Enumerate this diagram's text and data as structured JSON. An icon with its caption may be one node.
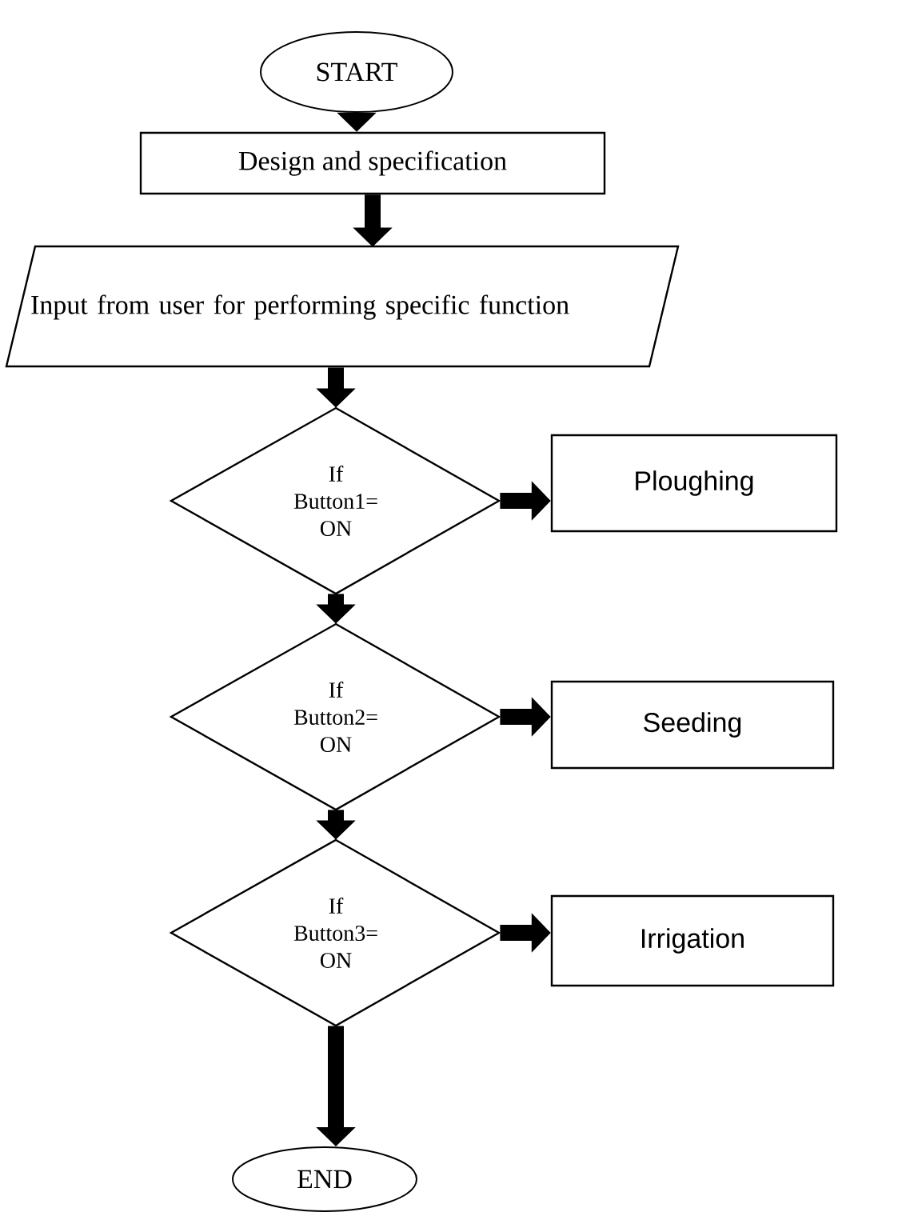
{
  "diagram": {
    "nodes": [
      {
        "text": [
          "START"
        ]
      },
      {
        "text": [
          "Design and specification"
        ]
      },
      {
        "text": [
          "Input from user for performing specific function"
        ]
      },
      {
        "text": [
          "If Button1= ON"
        ]
      },
      {
        "text": [
          "Ploughing"
        ]
      },
      {
        "text": [
          "If Button2= ON"
        ]
      },
      {
        "text": [
          "Seeding"
        ]
      },
      {
        "text": [
          "If Button3= ON"
        ]
      },
      {
        "text": [
          "Irrigation"
        ]
      },
      {
        "text": [
          "END"
        ]
      }
    ],
    "edges": [
      {
        "from": 0,
        "to": 1,
        "arrow": "to"
      },
      {
        "from": 1,
        "to": 2,
        "arrow": "to"
      },
      {
        "from": 2,
        "to": 3,
        "arrow": "to"
      },
      {
        "from": 3,
        "to": 4,
        "arrow": "to"
      },
      {
        "from": 3,
        "to": 5,
        "arrow": "to"
      },
      {
        "from": 5,
        "to": 6,
        "arrow": "to"
      },
      {
        "from": 5,
        "to": 7,
        "arrow": "to"
      },
      {
        "from": 7,
        "to": 8,
        "arrow": "to"
      },
      {
        "from": 7,
        "to": 9,
        "arrow": "to"
      }
    ]
  }
}
